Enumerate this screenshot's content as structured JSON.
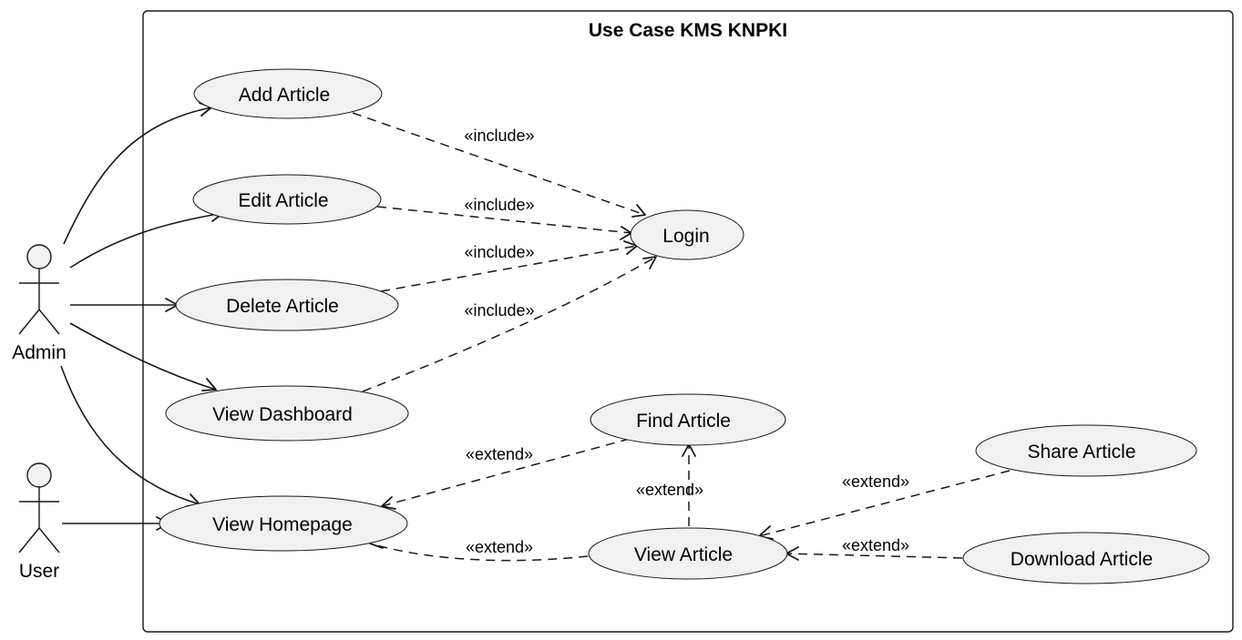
{
  "system": {
    "title": "Use Case KMS KNPKI"
  },
  "actors": {
    "admin": "Admin",
    "user": "User"
  },
  "use_cases": {
    "add_article": "Add Article",
    "edit_article": "Edit Article",
    "delete_article": "Delete Article",
    "view_dashboard": "View Dashboard",
    "view_homepage": "View Homepage",
    "login": "Login",
    "find_article": "Find Article",
    "view_article": "View Article",
    "share_article": "Share Article",
    "download_article": "Download Article"
  },
  "relations": {
    "include_add": "«include»",
    "include_edit": "«include»",
    "include_delete": "«include»",
    "include_dashboard": "«include»",
    "extend_find_home": "«extend»",
    "extend_view_find": "«extend»",
    "extend_view_home": "«extend»",
    "extend_share_view": "«extend»",
    "extend_download_view": "«extend»"
  }
}
